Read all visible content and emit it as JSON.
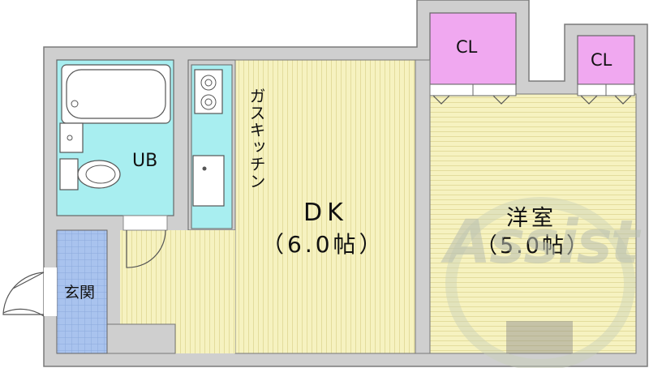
{
  "rooms": {
    "unit_bath": "UB",
    "kitchen": "ガスキッチン",
    "dk": "DK",
    "dk_size": "（6.0帖）",
    "western": "洋室",
    "western_size": "（5.0帖）",
    "closet_1": "CL",
    "closet_2": "CL",
    "entrance": "玄関"
  },
  "watermark": "Assist",
  "colors": {
    "wall": "#cfcfcf",
    "floor": "#f6f2c0",
    "wet_area": "#a8eef0",
    "closet": "#f0a8f0",
    "entrance_tile": "#a9c3ee"
  }
}
